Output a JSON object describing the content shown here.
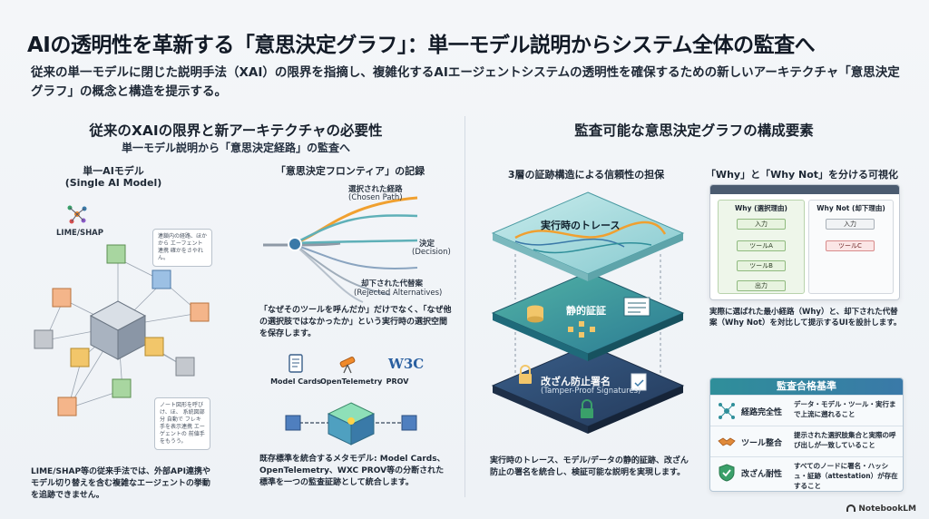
{
  "header": {
    "title": "AIの透明性を革新する「意思決定グラフ」：単一モデル説明からシステム全体の監査へ",
    "subtitle": "従来の単一モデルに閉じた説明手法（XAI）の限界を指摘し、複雑化するAIエージェントシステムの透明性を確保するための新しいアーキテクチャ「意思決定グラフ」の概念と構造を提示する。"
  },
  "left": {
    "heading": "従来のXAIの限界と新アーキテクチャの必要性",
    "subheading": "単一モデル説明から「意思決定経路」の監査へ",
    "single_ai": {
      "title": "単一AIモデル",
      "title_en": "(Single AI Model)",
      "tool_label": "LIME/SHAP",
      "bubble1": "連鎖内の経路、ほかから エーフェント連携 確かをさやれん。",
      "bubble2": "ノート図形を呼びけ、ほ、 系統図部分 自動で フレキ手を表示連携 エーゲェントの 前値手をもうう。",
      "caption": "LIME/SHAP等の従来手法では、外部API連携やモデル切り替えを含む複雑なエージェントの挙動を追跡できません。"
    },
    "frontier": {
      "title": "「意思決定フロンティア」の記録",
      "chosen_label": "選択された経路",
      "chosen_en": "(Chosen Path)",
      "decision_label": "決定",
      "decision_en": "(Decision)",
      "rejected_label": "却下された代替案",
      "rejected_en": "(Rejected Alternatives)",
      "caption": "「なぜそのツールを呼んだか」だけでなく、「なぜ他の選択肢ではなかったか」という実行時の選択空間を保存します。"
    },
    "standards": {
      "items": [
        "Model Cards",
        "OpenTelemetry",
        "PROV"
      ],
      "w3c_logo": "W3C",
      "caption": "既存標準を統合するメタモデル: Model Cards、OpenTelemetry、WXC PROV等の分断された標準を一つの監査証跡として統合します。"
    }
  },
  "right": {
    "heading": "監査可能な意思決定グラフの構成要素",
    "layers": {
      "title": "3層の証跡構造による信頼性の担保",
      "top": "実行時のトレース",
      "middle": "静的証証",
      "bottom": "改ざん防止署名",
      "bottom_en": "(Tamper-Proof Signatures)",
      "caption": "実行時のトレース、モデル/データの静的証跡、改ざん防止の署名を統合し、検証可能な説明を実現します。"
    },
    "why": {
      "title": "「Why」と「Why Not」を分ける可視化",
      "why_header": "Why (選択理由)",
      "whynot_header": "Why Not (却下理由)",
      "why_nodes": [
        "入力",
        "ツールA",
        "ツールB",
        "出力"
      ],
      "whynot_nodes": [
        "入力",
        "ツールC"
      ],
      "caption": "実際に選ばれた最小経路（Why）と、却下された代替案（Why Not）を対比して提示するUIを設計します。"
    },
    "audit": {
      "title": "監査合格基準",
      "rows": [
        {
          "label": "経路完全性",
          "desc": "データ・モデル・ツール・実行まで上流に遡れること"
        },
        {
          "label": "ツール整合",
          "desc": "提示された選択肢集合と実際の呼び出しが一致していること"
        },
        {
          "label": "改ざん耐性",
          "desc": "すべてのノードに署名・ハッシュ・証跡（attestation）が存在すること"
        }
      ]
    }
  },
  "footer": {
    "brand": "NotebookLM"
  },
  "colors": {
    "accent_teal": "#2f8f9a",
    "accent_blue": "#3a79a8",
    "path_orange": "#f0a030"
  }
}
